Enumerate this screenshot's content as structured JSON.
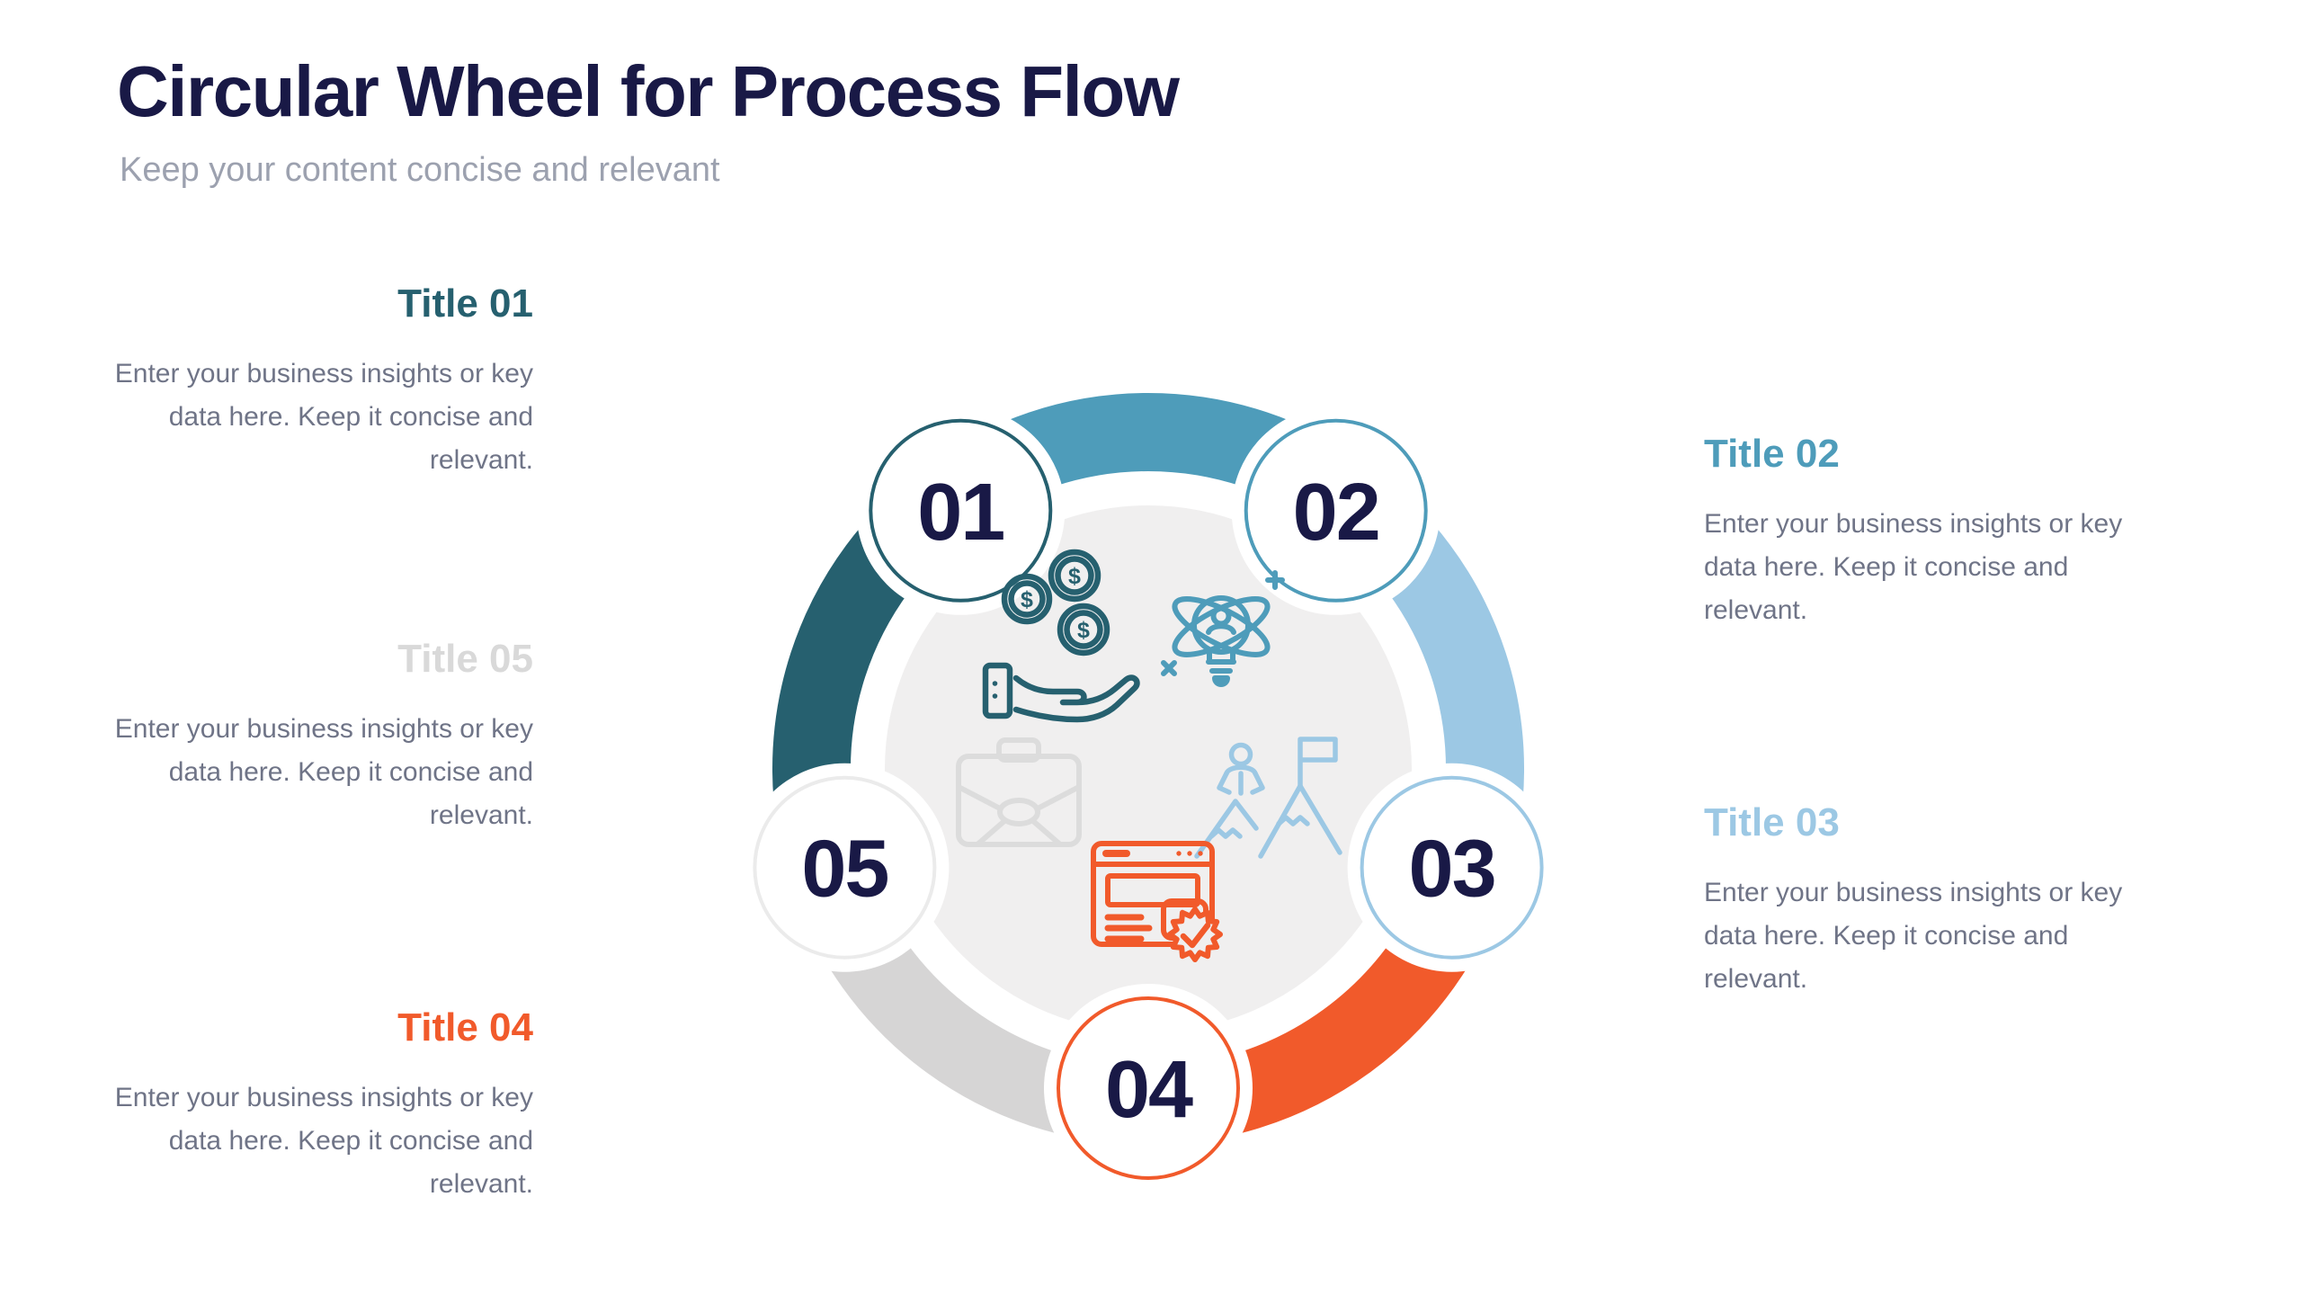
{
  "header": {
    "title": "Circular Wheel for Process Flow",
    "subtitle": "Keep your content concise and relevant"
  },
  "palette": {
    "navy": "#191946",
    "teal": "#26606F",
    "blue": "#4E9CBA",
    "light_blue": "#9CC8E4",
    "orange": "#F15A2B",
    "gray_band": "#D6D5D5",
    "gray_icon": "#DCDCDC",
    "circle5_border": "#EBEBEB",
    "disc": "#F0EFEF",
    "white": "#FFFFFF",
    "body_text": "#6F7487",
    "subtitle_text": "#9CA1AF",
    "title05_text": "#D9D9D9"
  },
  "sections": [
    {
      "id": "01",
      "title": "Title 01",
      "color": "#26606F",
      "body": "Enter your business insights or key data here. Keep it concise and relevant."
    },
    {
      "id": "02",
      "title": "Title 02",
      "color": "#4E9CBA",
      "body": "Enter your business insights or key data here. Keep it concise and relevant."
    },
    {
      "id": "03",
      "title": "Title 03",
      "color": "#9CC8E4",
      "body": "Enter your business insights or key data here. Keep it concise and relevant."
    },
    {
      "id": "04",
      "title": "Title 04",
      "color": "#F15A2B",
      "body": "Enter your business insights or key data here. Keep it concise and relevant."
    },
    {
      "id": "05",
      "title": "Title 05",
      "color": "#D9D9D9",
      "body": "Enter your business insights or key data here. Keep it concise and relevant."
    }
  ],
  "wheel": {
    "segments": [
      {
        "id": "05-01",
        "color_key": "teal",
        "from_deg": 252,
        "to_deg": 324
      },
      {
        "id": "01-02",
        "color_key": "blue",
        "from_deg": 324,
        "to_deg": 396
      },
      {
        "id": "02-03",
        "color_key": "light_blue",
        "from_deg": 36,
        "to_deg": 108
      },
      {
        "id": "03-04",
        "color_key": "orange",
        "from_deg": 108,
        "to_deg": 180
      },
      {
        "id": "04-05",
        "color_key": "gray_band",
        "from_deg": 180,
        "to_deg": 252
      }
    ],
    "badges": [
      {
        "label": "01",
        "angle_deg": 324,
        "color_key": "teal"
      },
      {
        "label": "02",
        "angle_deg": 36,
        "color_key": "blue"
      },
      {
        "label": "03",
        "angle_deg": 108,
        "color_key": "light_blue"
      },
      {
        "label": "04",
        "angle_deg": 180,
        "color_key": "orange"
      },
      {
        "label": "05",
        "angle_deg": 252,
        "color_key": "circle5_border"
      }
    ],
    "icons": [
      {
        "name": "coins-in-hand-icon",
        "color_key": "teal"
      },
      {
        "name": "idea-atom-icon",
        "color_key": "blue"
      },
      {
        "name": "briefcase-icon",
        "color_key": "gray_icon"
      },
      {
        "name": "summit-flag-icon",
        "color_key": "light_blue"
      },
      {
        "name": "approved-website-icon",
        "color_key": "orange"
      }
    ]
  }
}
